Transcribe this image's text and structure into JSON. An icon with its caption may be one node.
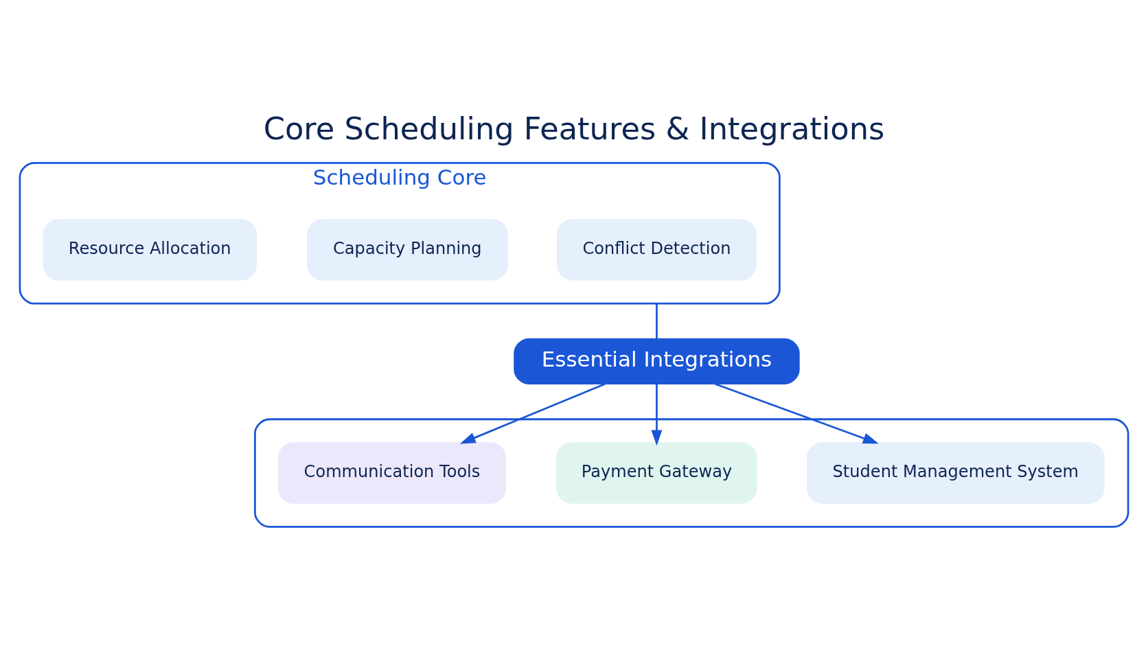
{
  "diagram": {
    "title": "Core Scheduling Features & Integrations",
    "nodes": [
      {
        "text": [
          "Scheduling Core"
        ]
      },
      {
        "text": [
          "Conflict Detection"
        ],
        "in": 0
      },
      {
        "text": [
          "Capacity Planning"
        ],
        "in": 0
      },
      {
        "text": [
          "Resource Allocation"
        ],
        "in": 0
      },
      {
        "text": [
          "Essential Integrations"
        ]
      },
      {
        "text": [],
        "shape": "box"
      },
      {
        "text": [
          "Student Management System"
        ],
        "in": 5
      },
      {
        "text": [
          "Payment Gateway"
        ],
        "in": 5
      },
      {
        "text": [
          "Communication Tools"
        ],
        "in": 5
      }
    ],
    "edges": [
      {
        "from": 0,
        "to": 4,
        "arrow": "none"
      },
      {
        "from": 4,
        "to": 6,
        "arrow": "to"
      },
      {
        "from": 4,
        "to": 7,
        "arrow": "to"
      },
      {
        "from": 4,
        "to": 8,
        "arrow": "to"
      }
    ]
  }
}
